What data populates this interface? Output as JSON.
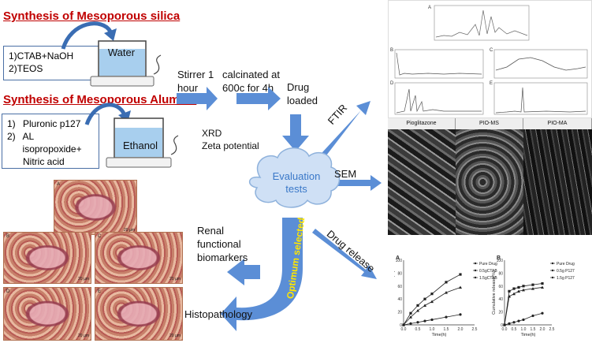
{
  "silica": {
    "title": "Synthesis of Mesoporous silica",
    "steps": [
      "1)CTAB+NaOH",
      "2)TEOS"
    ],
    "beaker_label": "Water"
  },
  "alumina": {
    "title": "Synthesis of Mesoporous Alumina",
    "steps": [
      "1)",
      "Pluronic p127",
      "2)",
      "AL isopropoxide+",
      "Nitric acid"
    ],
    "beaker_label": "Ethanol"
  },
  "process": {
    "stirrer": "Stirrer 1 hour",
    "calcinate": "calcinated at 600c for 4h",
    "drug": "Drug loaded",
    "xrd": "XRD",
    "zeta": "Zeta potential",
    "evaluation": "Evaluation tests",
    "ftir": "FTIR",
    "sem": "SEM",
    "drug_release": "Drug release",
    "optimum": "Optimum selected",
    "renal": "Renal functional biomarkers",
    "histo": "Histopathology"
  },
  "spectra_panels": [
    "A",
    "B",
    "C",
    "D",
    "E"
  ],
  "sem_headers": [
    "Pioglitazone",
    "PIO-MS",
    "PIO-MA"
  ],
  "histology_panels": {
    "labels": [
      "A",
      "B",
      "C",
      "D",
      "E"
    ],
    "scales": [
      "20 µm",
      "20 µm",
      "20 µm",
      "20 µm",
      "20 µm"
    ]
  },
  "colors": {
    "title_red": "#c00000",
    "arrow_blue": "#5b8ed6",
    "cloud_fill": "#cfe0f5",
    "evaluation_text": "#3a78c8",
    "optimum_text": "#ffe600"
  },
  "chart_data": [
    {
      "type": "line",
      "title": "A",
      "xlabel": "Time(h)",
      "ylabel": "Cumulative release(%)",
      "xlim": [
        0,
        2.5
      ],
      "ylim": [
        0,
        100
      ],
      "xticks": [
        0.0,
        0.5,
        1.0,
        1.5,
        2.0,
        2.5
      ],
      "yticks": [
        0,
        20,
        40,
        60,
        80,
        100
      ],
      "x": [
        0,
        0.25,
        0.5,
        0.75,
        1.0,
        1.5,
        2.0
      ],
      "series": [
        {
          "name": "Pure Drug",
          "values": [
            0,
            2,
            4,
            6,
            8,
            12,
            16
          ]
        },
        {
          "name": "0.5gCTAB",
          "values": [
            0,
            18,
            30,
            40,
            48,
            66,
            78
          ]
        },
        {
          "name": "1.5gCTAB",
          "values": [
            0,
            12,
            22,
            30,
            36,
            50,
            58
          ]
        }
      ]
    },
    {
      "type": "line",
      "title": "B",
      "xlabel": "Time(h)",
      "ylabel": "Cumulative release(%)",
      "xlim": [
        0,
        2.5
      ],
      "ylim": [
        0,
        100
      ],
      "xticks": [
        0.0,
        0.5,
        1.0,
        1.5,
        2.0,
        2.5
      ],
      "yticks": [
        0,
        20,
        40,
        60,
        80,
        100
      ],
      "x": [
        0,
        0.25,
        0.5,
        0.75,
        1.0,
        1.5,
        2.0
      ],
      "series": [
        {
          "name": "Pure Drug",
          "values": [
            0,
            2,
            4,
            6,
            8,
            14,
            18
          ]
        },
        {
          "name": "0.5g P127",
          "values": [
            0,
            52,
            56,
            58,
            60,
            62,
            64
          ]
        },
        {
          "name": "1.5g P127",
          "values": [
            0,
            44,
            48,
            52,
            54,
            56,
            58
          ]
        }
      ]
    }
  ]
}
